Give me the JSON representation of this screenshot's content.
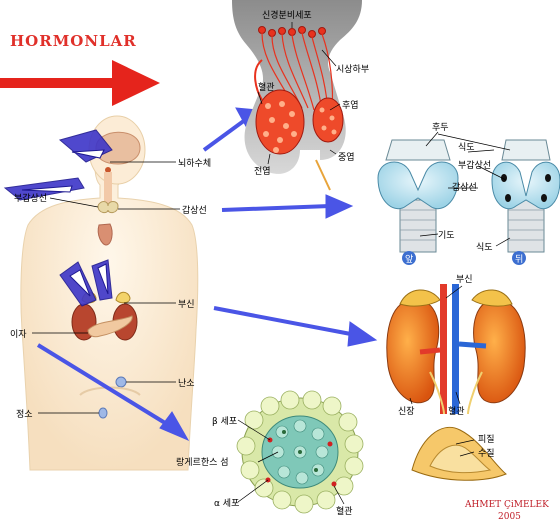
{
  "title": "HORMONLAR",
  "signature": {
    "line1": "AHMET ÇiMELEK",
    "line2": "2005"
  },
  "body_labels": {
    "pituitary": "뇌하수체",
    "parathyroid": "부갑상선",
    "thyroid": "갑상선",
    "adrenal": "부신",
    "pancreas": "이자",
    "ovary": "난소",
    "testis": "정소"
  },
  "pituitary_detail": {
    "neurosecretory": "신경분비세포",
    "hypothalamus": "시상하부",
    "blood_vessel": "혈관",
    "posterior": "후엽",
    "anterior": "전엽",
    "middle": "중엽"
  },
  "thyroid_detail": {
    "larynx": "후두",
    "esophagus": "식도",
    "parathyroid": "부갑상선",
    "thyroid": "갑상선",
    "trachea": "기도",
    "esophagus2": "식도",
    "front": "앞",
    "back": "뒤"
  },
  "adrenal_detail": {
    "adrenal": "부신",
    "kidney": "신장",
    "blood_vessel": "혈관",
    "cortex": "피질",
    "medulla": "수질"
  },
  "islet_detail": {
    "beta": "β 세포",
    "islet": "랑게르한스 섬",
    "alpha": "α 세포",
    "blood_vessel": "혈관"
  },
  "colors": {
    "title_red": "#e0302a",
    "arrow_blue": "#4a55e6",
    "body_skin": "#fbeed8",
    "kidney": "#e86a18",
    "gland_red": "#e8321e"
  }
}
